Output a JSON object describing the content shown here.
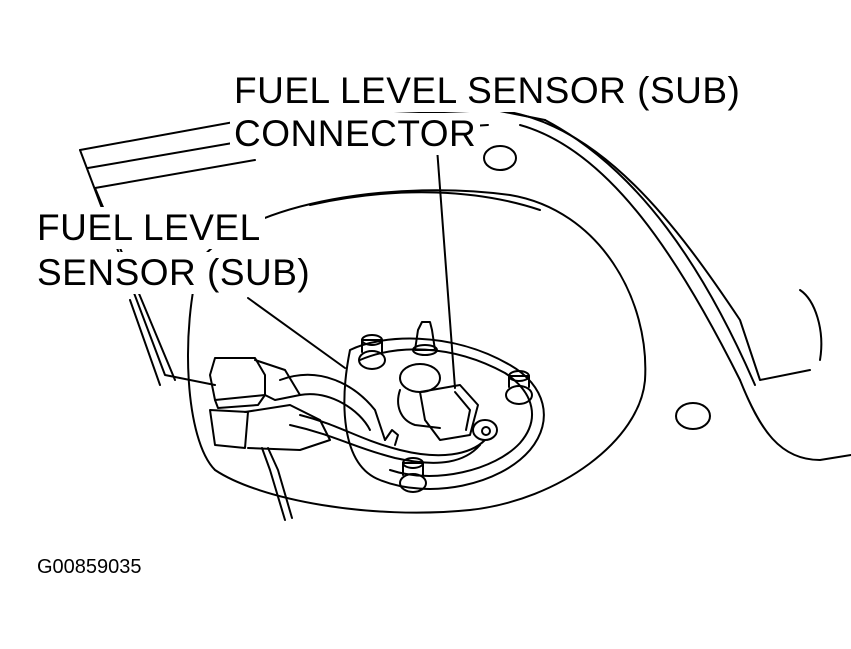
{
  "labels": {
    "connector_line1": "FUEL LEVEL SENSOR (SUB)",
    "connector_line2": "CONNECTOR",
    "sensor_line1": "FUEL LEVEL",
    "sensor_line2": "SENSOR (SUB)"
  },
  "figure_id": "G00859035",
  "colors": {
    "line": "#000000",
    "background": "#ffffff"
  }
}
